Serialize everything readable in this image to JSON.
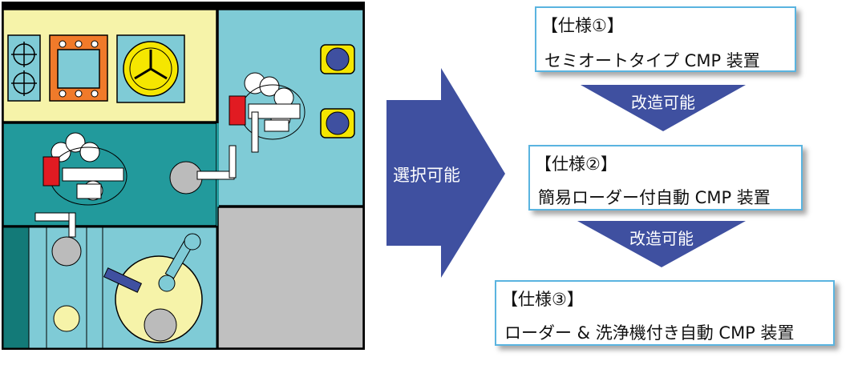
{
  "diagram": {
    "center_arrow_label": "選択可能",
    "modify_label_1": "改造可能",
    "modify_label_2": "改造可能",
    "specs": [
      {
        "title": "【仕様①】",
        "description": "セミオートタイプ CMP 装置"
      },
      {
        "title": "【仕様②】",
        "description": "簡易ローダー付自動 CMP 装置"
      },
      {
        "title": "【仕様③】",
        "description": "ローダー & 洗浄機付き自動 CMP 装置"
      }
    ],
    "colors": {
      "yellow_zone": "#f6f3a9",
      "teal_light": "#7fcbd6",
      "teal_mid": "#229a9c",
      "teal_dark": "#137a78",
      "gray_zone": "#c0c0c0",
      "arrow_blue": "#3f50a0",
      "robot_red": "#e11b22",
      "box_border": "#5ab4e0"
    }
  }
}
